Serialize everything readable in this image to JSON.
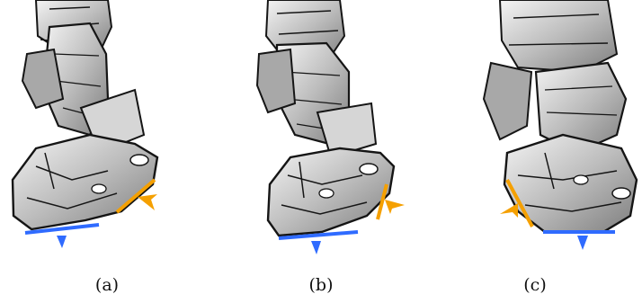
{
  "figure": {
    "panels": [
      {
        "caption": "(a)",
        "tilt": "toe-down"
      },
      {
        "caption": "(b)",
        "tilt": "flat"
      },
      {
        "caption": "(c)",
        "tilt": "heel-down"
      }
    ],
    "colors": {
      "ground_plane_axis": "#2f6bff",
      "foot_edge_axis": "#f5a000",
      "mesh_fill": "#cfcfcf",
      "mesh_stroke": "#151515"
    }
  }
}
